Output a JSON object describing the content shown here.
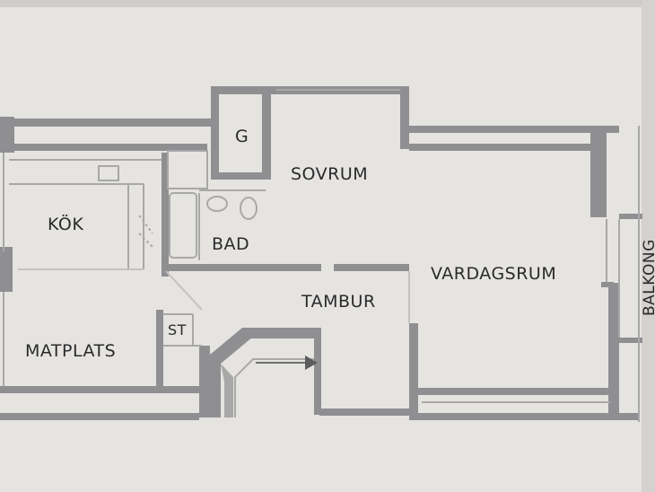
{
  "rooms": {
    "g": "G",
    "sovrum": "SOVRUM",
    "kok": "KÖK",
    "bad": "BAD",
    "vardagsrum": "VARDAGSRUM",
    "tambur": "TAMBUR",
    "st": "ST",
    "matplats": "MATPLATS",
    "balkong": "BALKONG"
  },
  "colors": {
    "paper": "#e6e4e1",
    "wall": "#8f8f92",
    "dark_wall": "#6e6e70",
    "thin_line": "#a9a8a8",
    "text": "#2a2a2c"
  }
}
